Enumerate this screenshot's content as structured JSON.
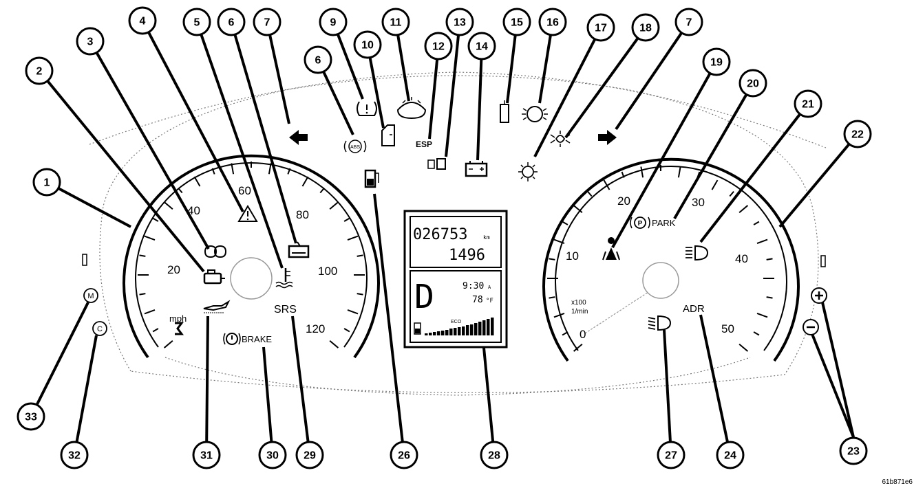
{
  "figure_code": "61b871e6",
  "speedometer": {
    "unit": "mph",
    "scale": [
      "20",
      "40",
      "60",
      "80",
      "100",
      "120"
    ]
  },
  "tachometer": {
    "unit_line1": "x100",
    "unit_line2": "1/min",
    "scale": [
      "0",
      "10",
      "20",
      "30",
      "40",
      "50"
    ]
  },
  "indicators": {
    "abs": "ABS",
    "esp": "ESP",
    "srs": "SRS",
    "brake": "BRAKE",
    "park": "PARK",
    "park_p": "P",
    "adr": "ADR",
    "m_button": "M",
    "c_button": "C"
  },
  "display": {
    "odometer": "026753",
    "odometer_unit": "km",
    "trip": "1496",
    "gear": "D",
    "clock": "9:30",
    "clock_suffix": "A",
    "temperature": "78",
    "temperature_unit": "°F",
    "bar_label": "ECO"
  },
  "callouts": [
    "1",
    "2",
    "3",
    "4",
    "5",
    "6",
    "7",
    "6",
    "9",
    "10",
    "11",
    "12",
    "13",
    "14",
    "15",
    "16",
    "17",
    "18",
    "7",
    "19",
    "20",
    "21",
    "22",
    "23",
    "24",
    "26",
    "27",
    "28",
    "29",
    "30",
    "31",
    "32",
    "33"
  ]
}
